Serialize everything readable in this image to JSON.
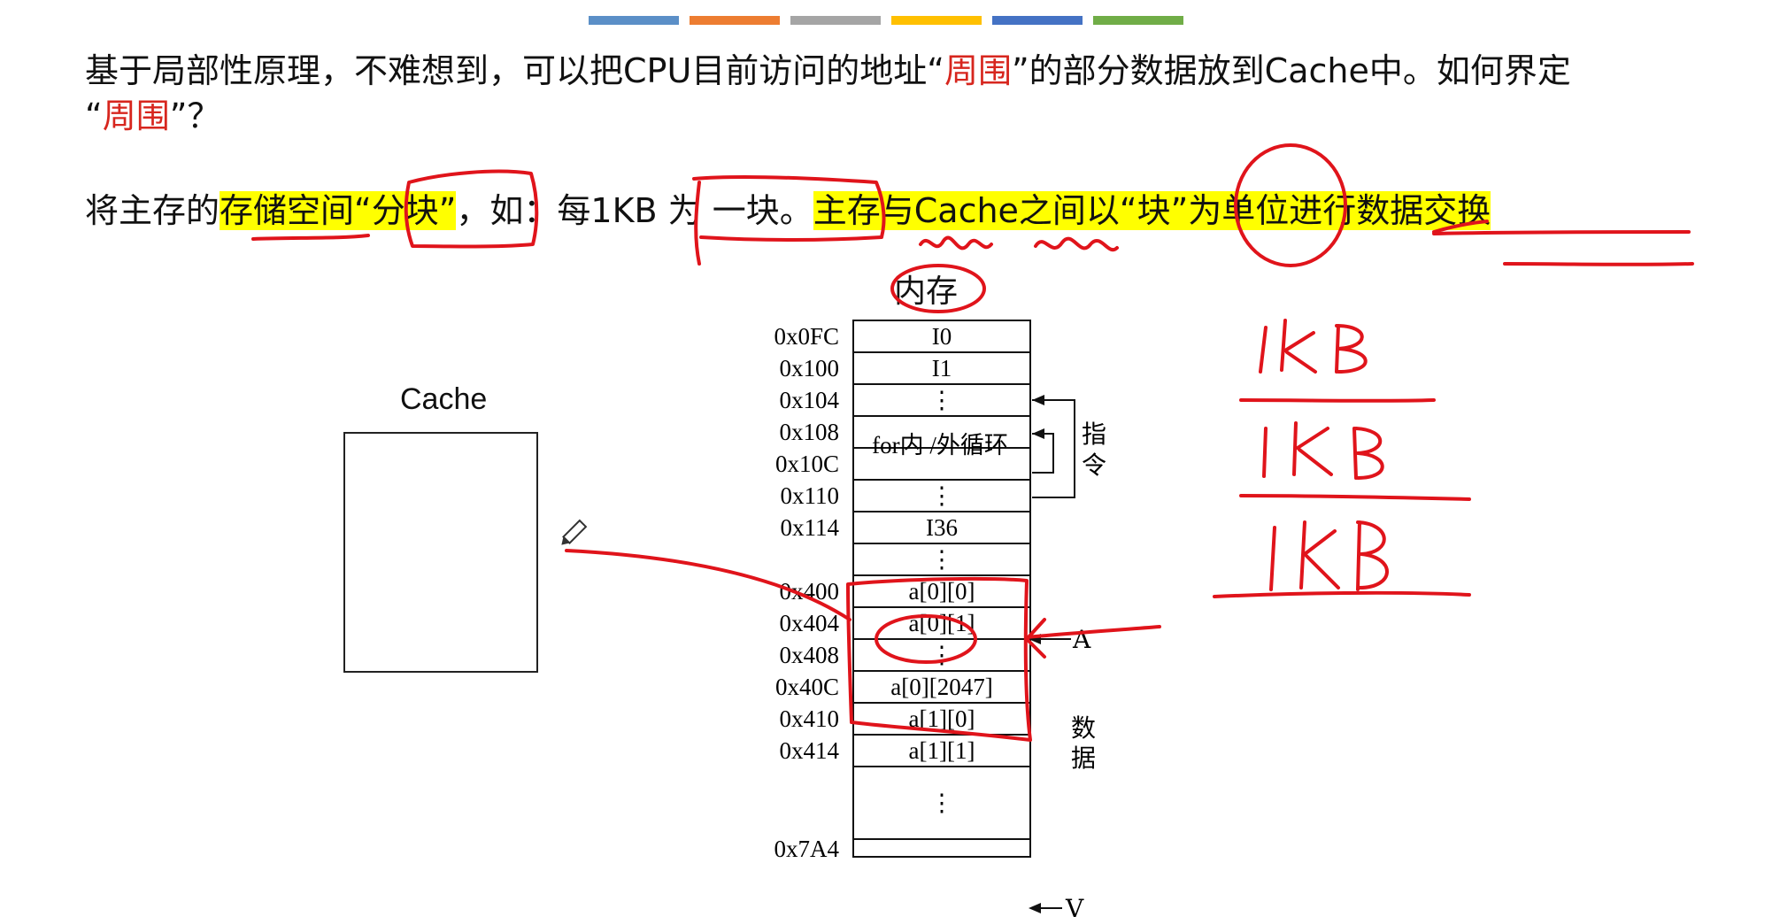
{
  "header": {
    "colors": [
      "#5b8fc7",
      "#ed7d31",
      "#a5a5a5",
      "#ffc000",
      "#4472c4",
      "#70ad47"
    ]
  },
  "intro": {
    "part1": "基于局部性原理，不难想到，可以把CPU目前访问的地址“",
    "red1": "周围",
    "part2": "”的部分数据放到Cache中。如何界定",
    "part3": "“",
    "red2": "周围",
    "part4": "”？"
  },
  "rule": {
    "prefix": "将主存的",
    "hl1": "存储空间“分块”",
    "mid1": "，如：每",
    "mid2": "1KB 为 一块",
    "mid3": "。",
    "hl2": "主存与Cache之间以“块”为单位进行数据交换"
  },
  "cache": {
    "label": "Cache"
  },
  "memory": {
    "title": "内存",
    "rows": [
      {
        "addr": "0x0FC",
        "cell": "I0"
      },
      {
        "addr": "0x100",
        "cell": "I1"
      },
      {
        "addr": "0x104",
        "cell": "⋮"
      },
      {
        "addr": "0x108",
        "cell": ""
      },
      {
        "addr": "0x10C",
        "cell": ""
      },
      {
        "addr": "0x110",
        "cell": "⋮"
      },
      {
        "addr": "0x114",
        "cell": "I36"
      },
      {
        "addr": "",
        "cell": "⋮"
      },
      {
        "addr": "0x400",
        "cell": "a[0][0]"
      },
      {
        "addr": "0x404",
        "cell": "a[0][1]"
      },
      {
        "addr": "0x408",
        "cell": "⋮"
      },
      {
        "addr": "0x40C",
        "cell": "a[0][2047]"
      },
      {
        "addr": "0x410",
        "cell": "a[1][0]"
      },
      {
        "addr": "0x414",
        "cell": "a[1][1]"
      },
      {
        "addr": "",
        "cell": "⋮"
      },
      {
        "addr": "0x7A4",
        "cell": ""
      }
    ],
    "loop_cell": "for内 /外循环",
    "instr_label_1": "指",
    "instr_label_2": "令",
    "data_label_1": "数",
    "data_label_2": "据",
    "pointer_a": "A",
    "pointer_v": "V"
  },
  "annotations": {
    "handwritten": [
      "1KB",
      "1KB",
      "1KB"
    ],
    "ink_color": "#e0141b"
  }
}
